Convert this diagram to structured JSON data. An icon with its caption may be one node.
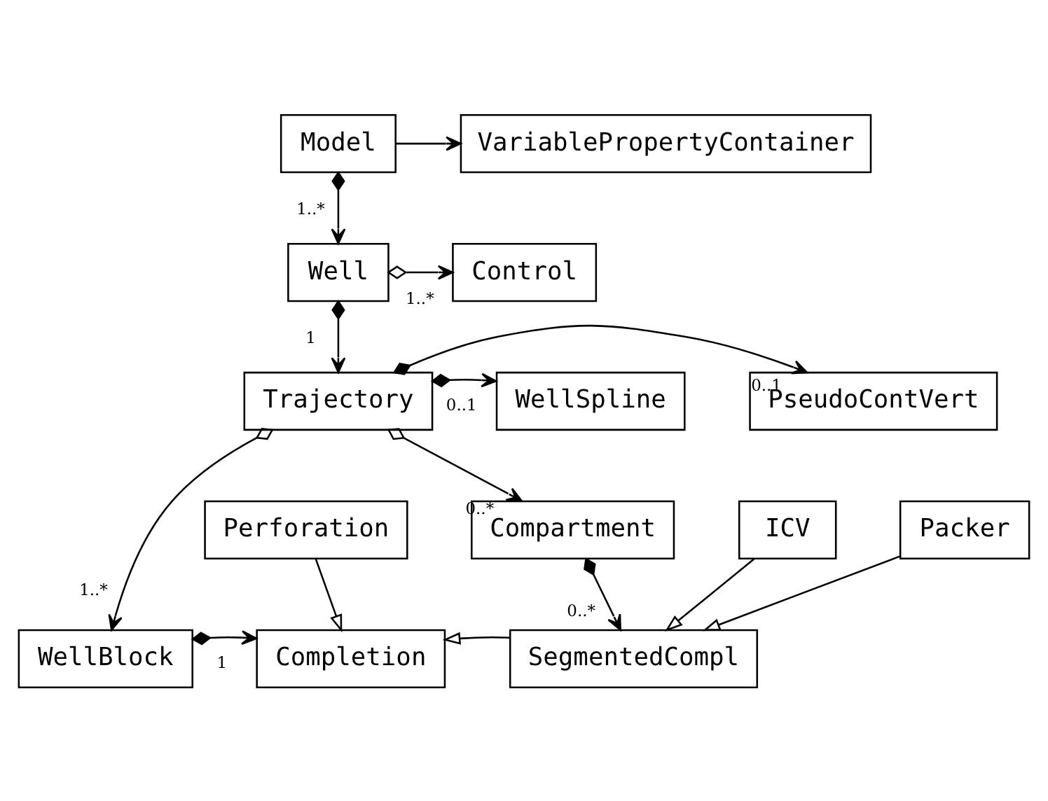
{
  "diagram": {
    "nodes": [
      {
        "text": [
          "Model"
        ]
      },
      {
        "text": [
          "VariablePropertyContainer"
        ]
      },
      {
        "text": [
          "Well"
        ]
      },
      {
        "text": [
          "Control"
        ]
      },
      {
        "text": [
          "Trajectory"
        ]
      },
      {
        "text": [
          "WellSpline"
        ]
      },
      {
        "text": [
          "PseudoContVert"
        ]
      },
      {
        "text": [
          "Compartment"
        ]
      },
      {
        "text": [
          "WellBlock"
        ]
      },
      {
        "text": [
          "Completion"
        ]
      },
      {
        "text": [
          "SegmentedCompl"
        ]
      },
      {
        "text": [
          "Perforation"
        ]
      },
      {
        "text": [
          "ICV"
        ]
      },
      {
        "text": [
          "Packer"
        ]
      }
    ],
    "edges": [
      {
        "from": 0,
        "to": 1,
        "arrow": "to"
      },
      {
        "from": 0,
        "to": 2,
        "arrow": "to",
        "label": "1..*"
      },
      {
        "from": 2,
        "to": 3,
        "arrow": "to",
        "label": "1..*"
      },
      {
        "from": 2,
        "to": 4,
        "arrow": "to",
        "label": "1"
      },
      {
        "from": 4,
        "to": 6,
        "arrow": "to",
        "label": "0..1"
      },
      {
        "from": 4,
        "to": 5,
        "arrow": "to",
        "label": "0..1"
      },
      {
        "from": 4,
        "to": 7,
        "arrow": "to",
        "label": "0..*"
      },
      {
        "from": 4,
        "to": 8,
        "arrow": "to",
        "label": "1..*"
      },
      {
        "from": 7,
        "to": 10,
        "arrow": "to",
        "label": "0..*"
      },
      {
        "from": 8,
        "to": 9,
        "arrow": "to",
        "label": "1"
      },
      {
        "from": 10,
        "to": 9,
        "arrow": "to"
      },
      {
        "from": 11,
        "to": 9,
        "arrow": "to"
      },
      {
        "from": 12,
        "to": 10,
        "arrow": "to"
      },
      {
        "from": 13,
        "to": 10,
        "arrow": "to"
      }
    ]
  }
}
